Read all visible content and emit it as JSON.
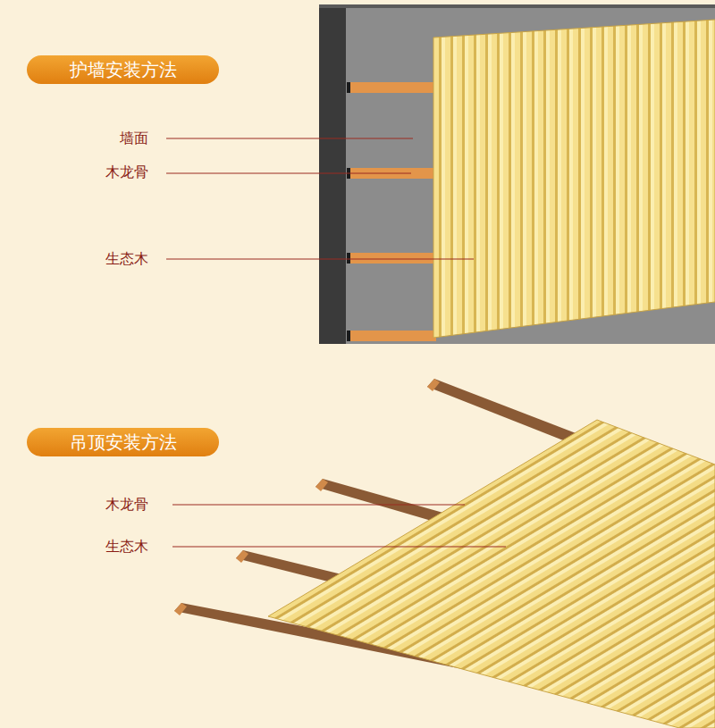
{
  "diagram": {
    "nodes": [
      {
        "text": [
          "护墙安装方法"
        ]
      },
      {
        "text": [
          "吊顶安装方法"
        ]
      }
    ],
    "edges": [],
    "labels": [
      "墙面",
      "木龙骨",
      "生态木",
      "木龙骨",
      "生态木"
    ]
  }
}
